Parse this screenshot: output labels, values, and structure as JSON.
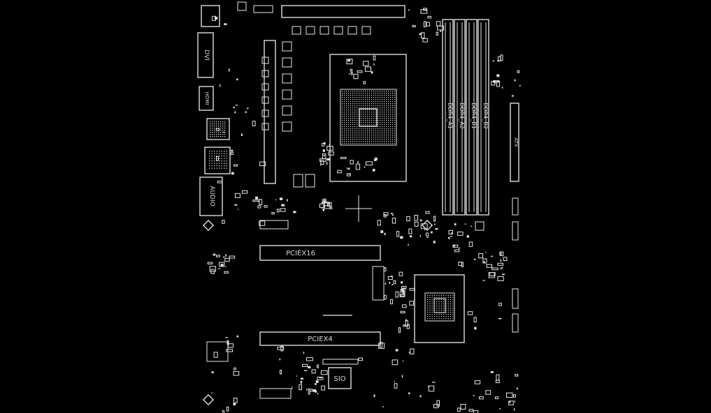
{
  "labels": {
    "dvi": "DVI",
    "hdmi": "HDMI",
    "audio": "AUDIO",
    "dimm": [
      "DDR4_A1",
      "DDR4_A2",
      "DDR4_B1",
      "DDR4_B2"
    ],
    "atx": "ATX",
    "pcie16": "PCIEX16",
    "pcie4": "PCIEX4",
    "sio": "SIO"
  }
}
